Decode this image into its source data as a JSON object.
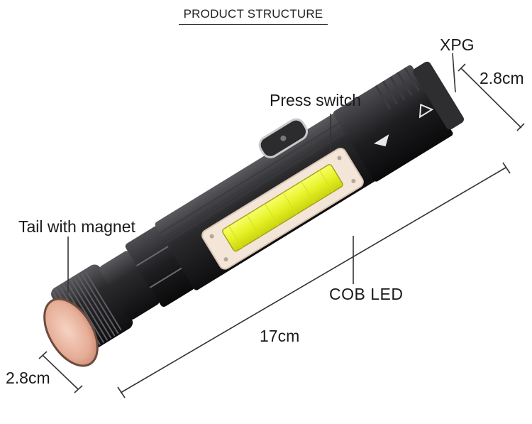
{
  "title": "PRODUCT STRUCTURE",
  "labels": {
    "press_switch": "Press switch",
    "xpg": "XPG",
    "diameter_head": "2.8cm",
    "tail": "Tail with magnet",
    "cob_led": "COB  LED",
    "length": "17cm",
    "diameter_tail": "2.8cm"
  },
  "colors": {
    "body": "#1c1c1e",
    "body_highlight": "#4a4a4e",
    "cob_panel": "#f3e6d9",
    "cob_led": "#ecf53a",
    "magnet": "#e9b9a4"
  }
}
